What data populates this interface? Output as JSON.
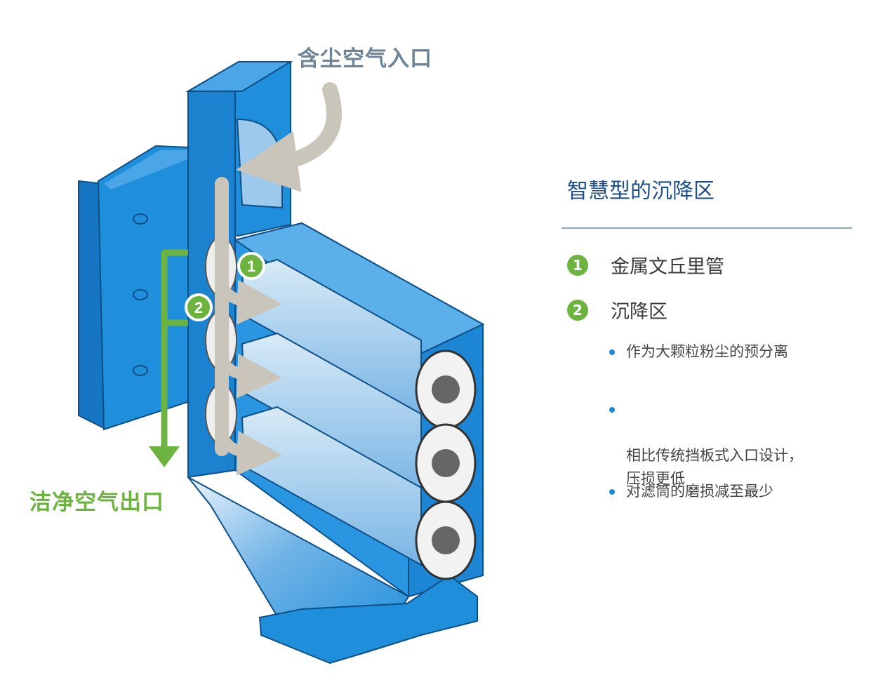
{
  "diagram": {
    "inlet_label": "含尘空气入口",
    "outlet_label": "洁净空气出口",
    "markers": [
      "1",
      "2"
    ]
  },
  "panel": {
    "title": "智慧型的沉降区",
    "items": [
      {
        "number": "1",
        "label": "金属文丘里管"
      },
      {
        "number": "2",
        "label": "沉降区"
      }
    ],
    "bullets": [
      "作为大颗粒粉尘的预分离",
      "相比传统挡板式入口设计，\n压损更低",
      "对滤筒的磨损减至最少"
    ]
  },
  "colors": {
    "body_blue": "#1f8fdc",
    "dark_blue": "#0f5fa8",
    "green": "#6db33f",
    "arrow_gray": "#c9c5bb",
    "title_blue": "#1d4f8a",
    "inlet_text": "#6d8597"
  }
}
